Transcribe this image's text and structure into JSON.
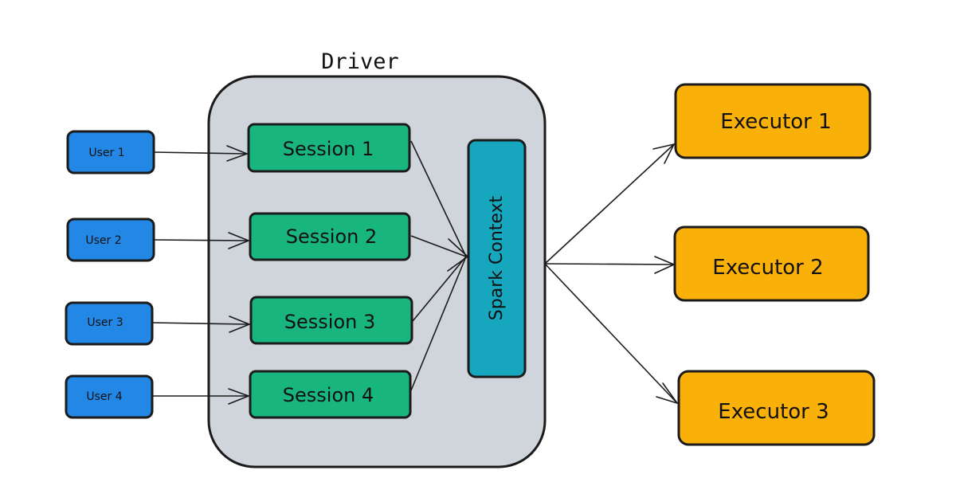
{
  "driver": {
    "title": "Driver"
  },
  "users": [
    {
      "label": "User 1"
    },
    {
      "label": "User 2"
    },
    {
      "label": "User 3"
    },
    {
      "label": "User 4"
    }
  ],
  "sessions": [
    {
      "label": "Session 1"
    },
    {
      "label": "Session 2"
    },
    {
      "label": "Session 3"
    },
    {
      "label": "Session 4"
    }
  ],
  "spark_context": {
    "label": "Spark Context"
  },
  "executors": [
    {
      "label": "Executor 1"
    },
    {
      "label": "Executor 2"
    },
    {
      "label": "Executor 3"
    }
  ],
  "colors": {
    "user": "#2387e6",
    "session": "#19b57f",
    "driver": "#d0d4db",
    "spark_context": "#16a6bd",
    "executor": "#f9b008",
    "stroke": "#1b1b1b"
  }
}
